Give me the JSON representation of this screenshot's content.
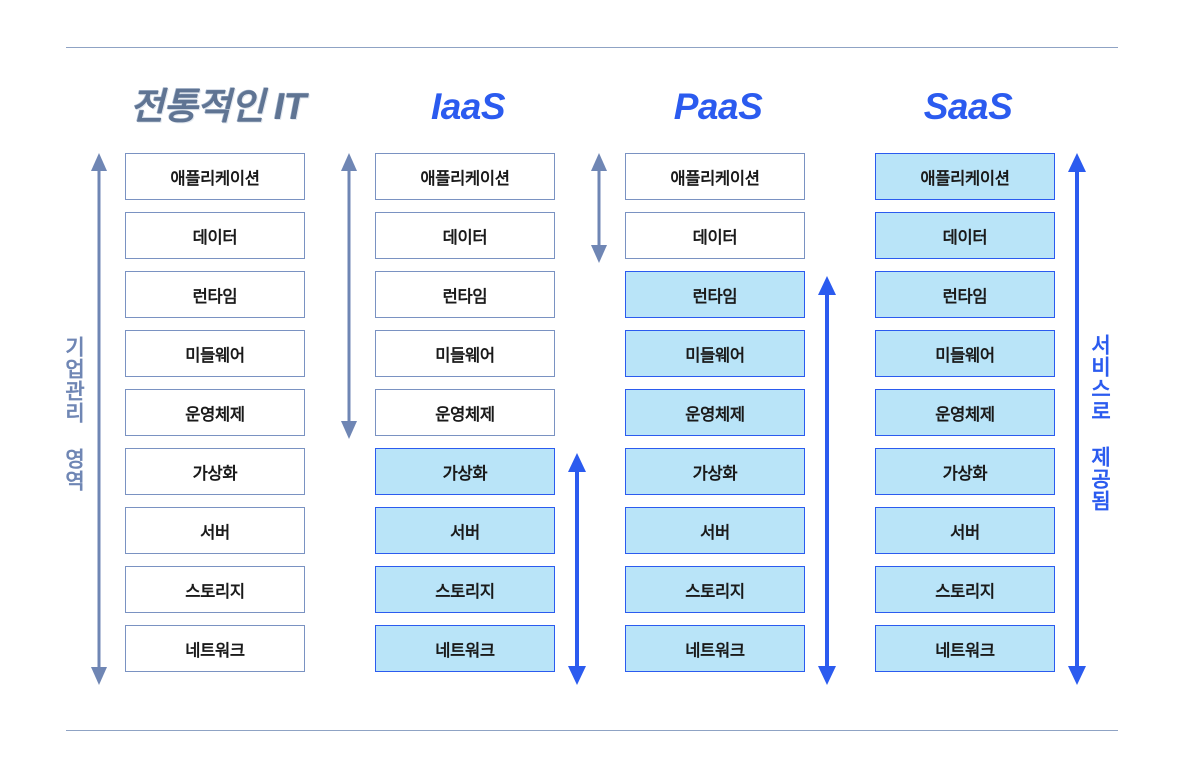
{
  "diagram": {
    "title_legacy": "전통적인 IT",
    "side_label_left": "기업관리 영역",
    "side_label_right": "서비스로 제공됨",
    "layer_names": [
      "애플리케이션",
      "데이터",
      "런타임",
      "미들웨어",
      "운영체제",
      "가상화",
      "서버",
      "스토리지",
      "네트워크"
    ],
    "colors": {
      "accent_blue": "#2B5BEF",
      "service_fill": "#B9E4F8",
      "managed_border": "#7A92C2",
      "legacy_title": "#5F7493",
      "rule": "#8FA3C4",
      "left_label": "#6F86B4"
    },
    "columns": [
      {
        "id": "traditional-it",
        "title": "전통적인 IT",
        "title_style": "legacy",
        "layers": [
          {
            "label": "애플리케이션",
            "type": "managed"
          },
          {
            "label": "데이터",
            "type": "managed"
          },
          {
            "label": "런타임",
            "type": "managed"
          },
          {
            "label": "미들웨어",
            "type": "managed"
          },
          {
            "label": "운영체제",
            "type": "managed"
          },
          {
            "label": "가상화",
            "type": "managed"
          },
          {
            "label": "서버",
            "type": "managed"
          },
          {
            "label": "스토리지",
            "type": "managed"
          },
          {
            "label": "네트워크",
            "type": "managed"
          }
        ],
        "managed_count": 9,
        "service_count": 0
      },
      {
        "id": "iaas",
        "title": "IaaS",
        "title_style": "cloud",
        "layers": [
          {
            "label": "애플리케이션",
            "type": "managed"
          },
          {
            "label": "데이터",
            "type": "managed"
          },
          {
            "label": "런타임",
            "type": "managed"
          },
          {
            "label": "미들웨어",
            "type": "managed"
          },
          {
            "label": "운영체제",
            "type": "managed"
          },
          {
            "label": "가상화",
            "type": "service"
          },
          {
            "label": "서버",
            "type": "service"
          },
          {
            "label": "스토리지",
            "type": "service"
          },
          {
            "label": "네트워크",
            "type": "service"
          }
        ],
        "managed_count": 5,
        "service_count": 4
      },
      {
        "id": "paas",
        "title": "PaaS",
        "title_style": "cloud",
        "layers": [
          {
            "label": "애플리케이션",
            "type": "managed"
          },
          {
            "label": "데이터",
            "type": "managed"
          },
          {
            "label": "런타임",
            "type": "service"
          },
          {
            "label": "미들웨어",
            "type": "service"
          },
          {
            "label": "운영체제",
            "type": "service"
          },
          {
            "label": "가상화",
            "type": "service"
          },
          {
            "label": "서버",
            "type": "service"
          },
          {
            "label": "스토리지",
            "type": "service"
          },
          {
            "label": "네트워크",
            "type": "service"
          }
        ],
        "managed_count": 2,
        "service_count": 7
      },
      {
        "id": "saas",
        "title": "SaaS",
        "title_style": "cloud",
        "layers": [
          {
            "label": "애플리케이션",
            "type": "service"
          },
          {
            "label": "데이터",
            "type": "service"
          },
          {
            "label": "런타임",
            "type": "service"
          },
          {
            "label": "미들웨어",
            "type": "service"
          },
          {
            "label": "운영체제",
            "type": "service"
          },
          {
            "label": "가상화",
            "type": "service"
          },
          {
            "label": "서버",
            "type": "service"
          },
          {
            "label": "스토리지",
            "type": "service"
          },
          {
            "label": "네트워크",
            "type": "service"
          }
        ],
        "managed_count": 0,
        "service_count": 9
      }
    ]
  }
}
